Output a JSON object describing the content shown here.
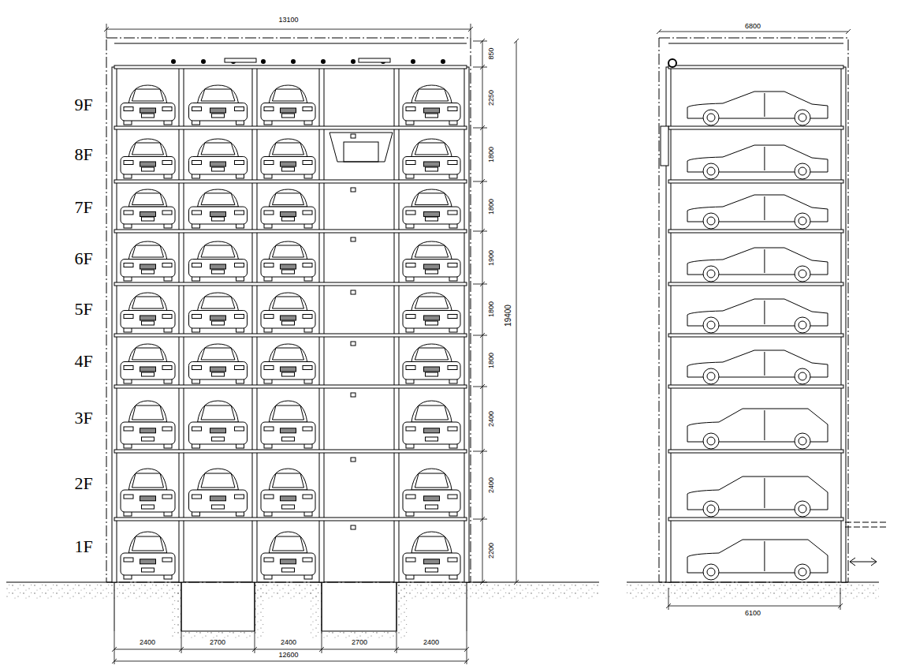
{
  "diagram": {
    "labels": [
      "9F",
      "8F",
      "7F",
      "6F",
      "5F",
      "4F",
      "3F",
      "2F",
      "1F",
      "850",
      "2250",
      "1800",
      "1800",
      "1900",
      "1800",
      "1800",
      "2400",
      "2400",
      "2200",
      "19400",
      "13100",
      "2400",
      "2700",
      "2400",
      "2700",
      "2400",
      "12600",
      "6800",
      "6100"
    ]
  }
}
